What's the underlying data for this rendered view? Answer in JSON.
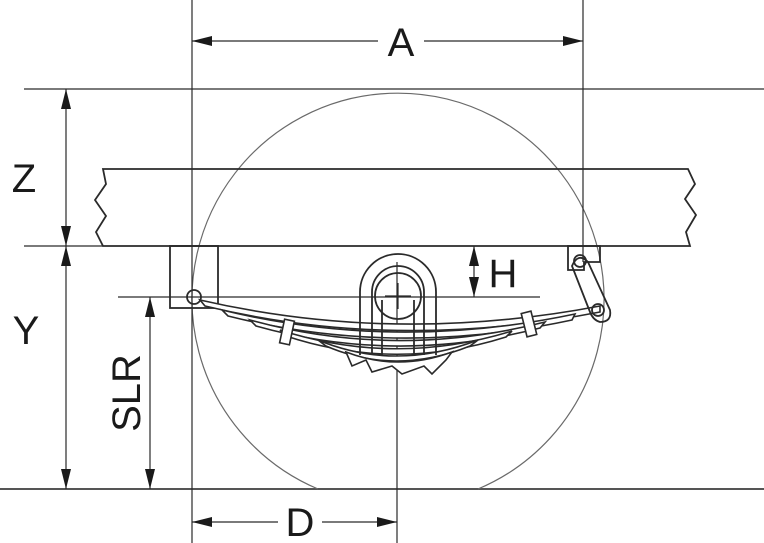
{
  "diagram": {
    "labels": {
      "a": "A",
      "z": "Z",
      "y": "Y",
      "h": "H",
      "slr": "SLR",
      "d": "D"
    },
    "colors": {
      "line": "#2a2a2a",
      "ground": "#555555",
      "wheel": "#6a6a6a",
      "background": "#ffffff"
    }
  }
}
